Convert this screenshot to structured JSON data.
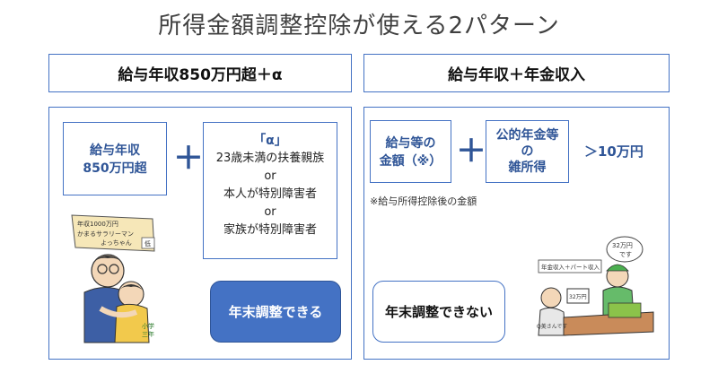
{
  "title": "所得金額調整控除が使える2パターン",
  "left": {
    "header": "給与年収850万円超＋α",
    "income_box": [
      "給与年収",
      "850万円超"
    ],
    "plus": "＋",
    "alpha_box": {
      "heading": "「α」",
      "lines": [
        "23歳未満の扶養親族",
        "or",
        "本人が特別障害者",
        "or",
        "家族が特別障害者"
      ]
    },
    "button": "年末調整できる",
    "illustration": {
      "sign_lines": [
        "年収1000万円",
        "かまるサラリーマン",
        "よっちゃん"
      ],
      "sign_tag": "低",
      "kid_tag": [
        "小学",
        "三年"
      ]
    }
  },
  "right": {
    "header": "給与年収＋年金収入",
    "salary_box": [
      "給与等の",
      "金額（※）"
    ],
    "plus": "＋",
    "pension_box": [
      "公的年金等",
      "の",
      "雑所得"
    ],
    "threshold": "＞10万円",
    "note": "※給与所得控除後の金額",
    "button": "年末調整できない",
    "illustration": {
      "speech": [
        "32万円",
        "です"
      ],
      "sign": "年金収入＋パート収入",
      "register": "32万円",
      "person_tag": "Q美さんです"
    }
  },
  "colors": {
    "accent": "#4472c4",
    "accent_dark": "#2f5597",
    "text": "#222222"
  }
}
